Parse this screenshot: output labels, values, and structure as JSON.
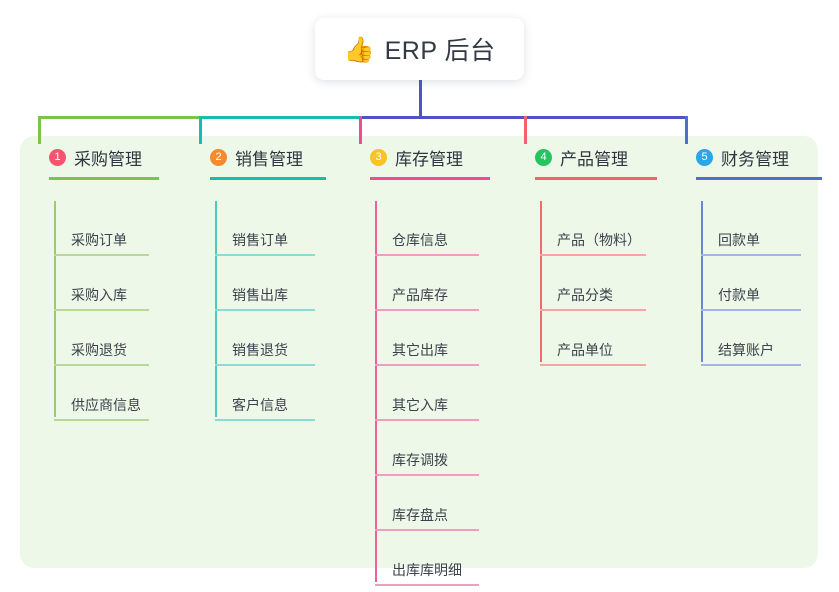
{
  "root": {
    "icon": "thumbs-up-emoji",
    "emoji": "👍",
    "title": "ERP 后台"
  },
  "palette": {
    "page_background": "#ffffff",
    "panel_background": "#eef8e9",
    "root_text": "#333a44",
    "heading_text": "#2f3640",
    "leaf_text": "#3b424c",
    "bus_segment_1": "#7cc24b",
    "bus_segment_2": "#14bfae",
    "bus_segment_3": "#5153c4",
    "drop_3": "#ef4d8f",
    "drop_4": "#f4616a",
    "drop_5": "#4f6fd0"
  },
  "columns": [
    {
      "index": "1",
      "title": "采购管理",
      "badge_color": "#f5556e",
      "rule_color": "#7cc24b",
      "spine_color": "#9acb71",
      "leaf_rule_color": "#b6d99a",
      "drop_color": "#7cc24b",
      "items": [
        "采购订单",
        "采购入库",
        "采购退货",
        "供应商信息"
      ]
    },
    {
      "index": "2",
      "title": "销售管理",
      "badge_color": "#f58a2e",
      "rule_color": "#14bfae",
      "spine_color": "#4ecbbf",
      "leaf_rule_color": "#8adcd4",
      "drop_color": "#14bfae",
      "items": [
        "销售订单",
        "销售出库",
        "销售退货",
        "客户信息"
      ]
    },
    {
      "index": "3",
      "title": "库存管理",
      "badge_color": "#f7c325",
      "rule_color": "#ef4d8f",
      "spine_color": "#ef5f9c",
      "leaf_rule_color": "#f49bc2",
      "drop_color": "#ef4d8f",
      "items": [
        "仓库信息",
        "产品库存",
        "其它出库",
        "其它入库",
        "库存调拨",
        "库存盘点",
        "出库库明细"
      ]
    },
    {
      "index": "4",
      "title": "产品管理",
      "badge_color": "#26c460",
      "rule_color": "#f4616a",
      "spine_color": "#f4696f",
      "leaf_rule_color": "#f9a3a6",
      "drop_color": "#f4616a",
      "items": [
        "产品（物料）",
        "产品分类",
        "产品单位"
      ]
    },
    {
      "index": "5",
      "title": "财务管理",
      "badge_color": "#29a7e8",
      "rule_color": "#4f6fd0",
      "spine_color": "#6b85d8",
      "leaf_rule_color": "#a3b4e6",
      "drop_color": "#4f6fd0",
      "items": [
        "回款单",
        "付款单",
        "结算账户"
      ]
    }
  ]
}
